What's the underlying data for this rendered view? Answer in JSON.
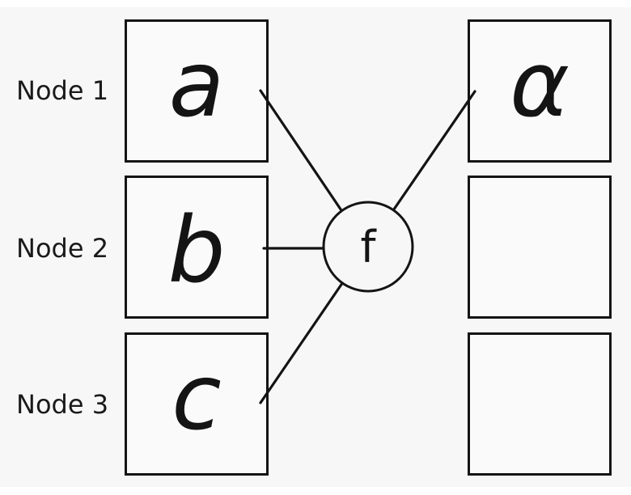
{
  "diagram": {
    "node_labels": [
      {
        "text": "Node 1"
      },
      {
        "text": "Node 2"
      },
      {
        "text": "Node 3"
      }
    ],
    "left_boxes": [
      {
        "symbol": "a"
      },
      {
        "symbol": "b"
      },
      {
        "symbol": "c"
      }
    ],
    "right_boxes": [
      {
        "symbol": "α"
      },
      {
        "symbol": ""
      },
      {
        "symbol": ""
      }
    ],
    "function_node": {
      "label": "f"
    },
    "edges": [
      {
        "from": "a",
        "to": "f"
      },
      {
        "from": "b",
        "to": "f"
      },
      {
        "from": "c",
        "to": "f"
      },
      {
        "from": "f",
        "to": "α"
      }
    ],
    "colors": {
      "background": "#f7f7f7",
      "box_fill": "#fafafa",
      "stroke": "#141414",
      "text": "#1a1a1a",
      "margin_band": "#ffffff"
    }
  }
}
